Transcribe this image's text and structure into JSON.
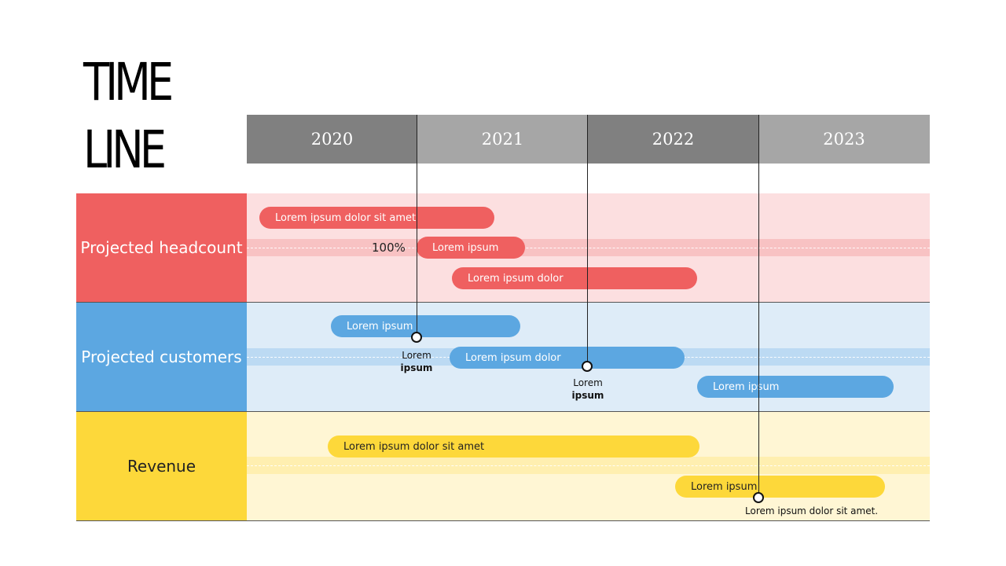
{
  "title": {
    "line1": "TIME",
    "line2": "LINE"
  },
  "years": [
    "2020",
    "2021",
    "2022",
    "2023"
  ],
  "colors": {
    "year_dark": "#808080",
    "year_light": "#a6a6a6",
    "red": "#ef6060",
    "red_band": "#fcdfe0",
    "red_stripe": "#f8c2c3",
    "blue": "#5ca7e1",
    "blue_band": "#deecf8",
    "blue_stripe": "#bcdaf3",
    "yellow": "#fdd83a",
    "yellow_band": "#fff6d4",
    "yellow_stripe": "#ffefb0"
  },
  "rows": [
    {
      "label": "Projected headcount",
      "bars": [
        "Lorem ipsum dolor sit amet",
        "Lorem ipsum",
        "Lorem ipsum dolor"
      ],
      "percent": "100%"
    },
    {
      "label": "Projected customers",
      "bars": [
        "Lorem ipsum",
        "Lorem ipsum dolor",
        "Lorem ipsum"
      ]
    },
    {
      "label": "Revenue",
      "bars": [
        "Lorem ipsum dolor sit amet",
        "Lorem ipsum"
      ]
    }
  ],
  "milestones": [
    {
      "line1": "Lorem",
      "line2": "ipsum"
    },
    {
      "line1": "Lorem",
      "line2": "ipsum"
    },
    {
      "text": "Lorem ipsum dolor sit amet."
    }
  ]
}
